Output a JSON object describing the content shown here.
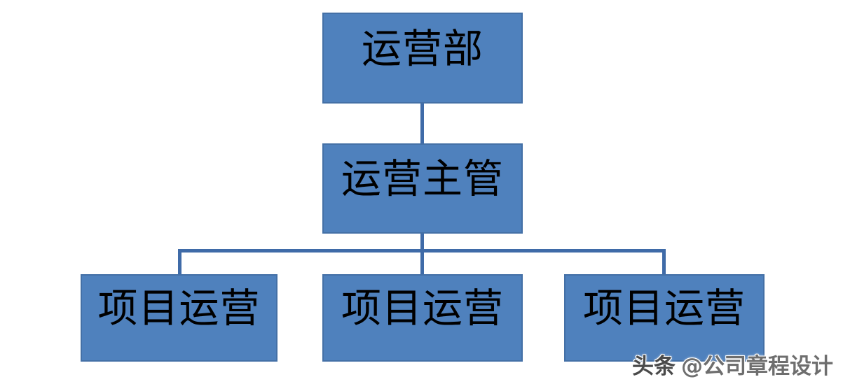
{
  "diagram": {
    "type": "org_chart",
    "title": "",
    "nodes": {
      "root": {
        "label": "运营部",
        "level": 1
      },
      "supervisor": {
        "label": "运营主管",
        "level": 2
      },
      "child1": {
        "label": "项目运营",
        "level": 3
      },
      "child2": {
        "label": "项目运营",
        "level": 3
      },
      "child3": {
        "label": "项目运营",
        "level": 3
      }
    },
    "edges": [
      {
        "from": "运营部",
        "to": "运营主管"
      },
      {
        "from": "运营主管",
        "to": "项目运营 (1)"
      },
      {
        "from": "运营主管",
        "to": "项目运营 (2)"
      },
      {
        "from": "运营主管",
        "to": "项目运营 (3)"
      }
    ],
    "colors": {
      "node_fill": "#4f81bd",
      "node_border": "#4470a6",
      "connector": "#3f6ba8",
      "label_text": "#000000",
      "background": "#ffffff"
    }
  },
  "watermark": {
    "brand": "头条",
    "handle": "@公司章程设计",
    "brand_color": "#4a4a4a",
    "handle_color": "#6e6e6e"
  }
}
